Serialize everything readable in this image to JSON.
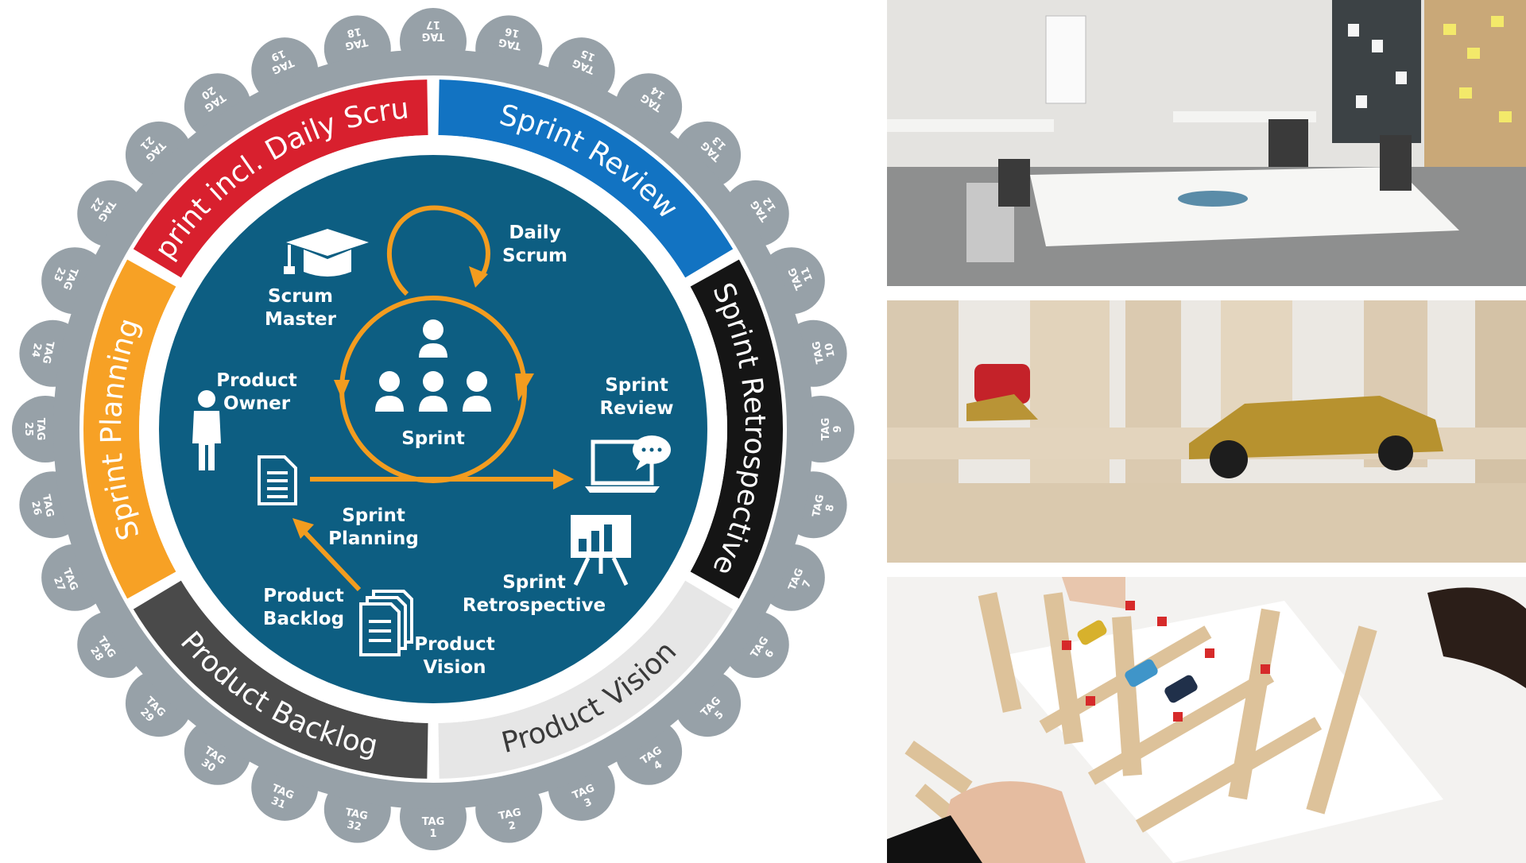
{
  "diagram": {
    "segments": [
      {
        "label": "Sprint incl. Daily Scrum",
        "color": "#d8202e",
        "text_color": "#ffffff"
      },
      {
        "label": "Sprint Review",
        "color": "#1273c2",
        "text_color": "#ffffff"
      },
      {
        "label": "Sprint Retrospective",
        "color": "#151515",
        "text_color": "#ffffff"
      },
      {
        "label": "Product Vision",
        "color": "#e6e6e6",
        "text_color": "#3a3a3a"
      },
      {
        "label": "Product Backlog",
        "color": "#4a4a4a",
        "text_color": "#ffffff"
      },
      {
        "label": "Sprint Planning",
        "color": "#f7a125",
        "text_color": "#ffffff"
      }
    ],
    "days": [
      {
        "tag": "TAG",
        "num": "1"
      },
      {
        "tag": "TAG",
        "num": "2"
      },
      {
        "tag": "TAG",
        "num": "3"
      },
      {
        "tag": "TAG",
        "num": "4"
      },
      {
        "tag": "TAG",
        "num": "5"
      },
      {
        "tag": "TAG",
        "num": "6"
      },
      {
        "tag": "TAG",
        "num": "7"
      },
      {
        "tag": "TAG",
        "num": "8"
      },
      {
        "tag": "TAG",
        "num": "9"
      },
      {
        "tag": "TAG",
        "num": "10"
      },
      {
        "tag": "TAG",
        "num": "11"
      },
      {
        "tag": "TAG",
        "num": "12"
      },
      {
        "tag": "TAG",
        "num": "13"
      },
      {
        "tag": "TAG",
        "num": "14"
      },
      {
        "tag": "TAG",
        "num": "15"
      },
      {
        "tag": "TAG",
        "num": "16"
      },
      {
        "tag": "TAG",
        "num": "17"
      },
      {
        "tag": "TAG",
        "num": "18"
      },
      {
        "tag": "TAG",
        "num": "19"
      },
      {
        "tag": "TAG",
        "num": "20"
      },
      {
        "tag": "TAG",
        "num": "21"
      },
      {
        "tag": "TAG",
        "num": "22"
      },
      {
        "tag": "TAG",
        "num": "23"
      },
      {
        "tag": "TAG",
        "num": "24"
      },
      {
        "tag": "TAG",
        "num": "25"
      },
      {
        "tag": "TAG",
        "num": "26"
      },
      {
        "tag": "TAG",
        "num": "27"
      },
      {
        "tag": "TAG",
        "num": "28"
      },
      {
        "tag": "TAG",
        "num": "29"
      },
      {
        "tag": "TAG",
        "num": "30"
      },
      {
        "tag": "TAG",
        "num": "31"
      },
      {
        "tag": "TAG",
        "num": "32"
      }
    ],
    "inner": {
      "daily_scrum": [
        "Daily",
        "Scrum"
      ],
      "scrum_master": [
        "Scrum",
        "Master"
      ],
      "product_owner": [
        "Product",
        "Owner"
      ],
      "sprint": "Sprint",
      "sprint_review": [
        "Sprint",
        "Review"
      ],
      "sprint_planning": [
        "Sprint",
        "Planning"
      ],
      "sprint_retrospective": [
        "Sprint",
        "Retrospective"
      ],
      "product_backlog": [
        "Product",
        "Backlog"
      ],
      "product_vision": [
        "Product",
        "Vision"
      ]
    },
    "colors": {
      "ring_gray": "#97a1a8",
      "inner_blue": "#0d5e82",
      "arrow_orange": "#f39c1f",
      "icon_white": "#ffffff"
    }
  },
  "photos": [
    {
      "name": "workshop-room-photo",
      "subject": "workshop-room"
    },
    {
      "name": "toy-car-parking-photo",
      "subject": "toy-car"
    },
    {
      "name": "building-blocks-photo",
      "subject": "wooden-blocks"
    }
  ]
}
